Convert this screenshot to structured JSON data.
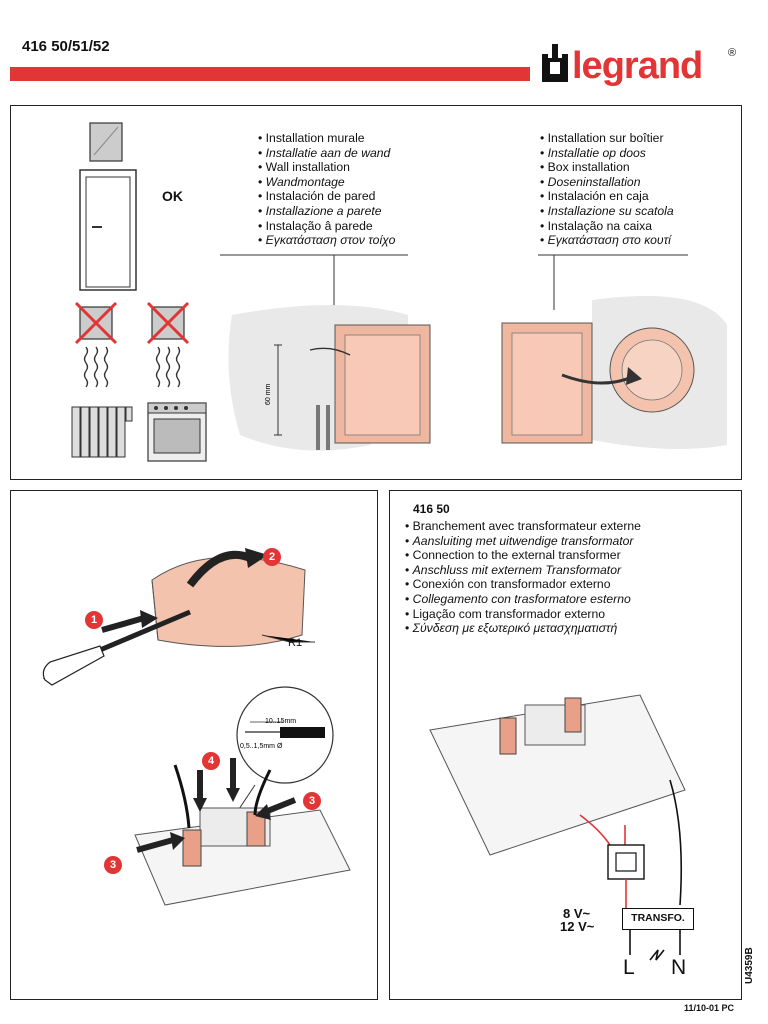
{
  "header": {
    "ref": "416 50/51/52",
    "brand": "legrand",
    "registered": "®",
    "brand_color": "#e23536"
  },
  "mounting": {
    "ok_label": "OK",
    "wall": {
      "items": [
        {
          "text": "Installation murale",
          "italic": false
        },
        {
          "text": "Installatie aan de wand",
          "italic": true
        },
        {
          "text": "Wall installation",
          "italic": false
        },
        {
          "text": "Wandmontage",
          "italic": true
        },
        {
          "text": "Instalación de pared",
          "italic": false
        },
        {
          "text": "Installazione a parete",
          "italic": true
        },
        {
          "text": "Instalação â parede",
          "italic": false
        },
        {
          "text": "Εγκατάσταση στον τοίχο",
          "italic": true
        }
      ],
      "height_label": "60 mm"
    },
    "box": {
      "items": [
        {
          "text": "Installation sur boîtier",
          "italic": false
        },
        {
          "text": "Installatie op doos",
          "italic": true
        },
        {
          "text": "Box installation",
          "italic": false
        },
        {
          "text": "Doseninstallation",
          "italic": true
        },
        {
          "text": "Instalación en caja",
          "italic": false
        },
        {
          "text": "Installazione su scatola",
          "italic": true
        },
        {
          "text": "Instalação na caixa",
          "italic": false
        },
        {
          "text": "Εγκατάσταση στο κουτί",
          "italic": true
        }
      ]
    }
  },
  "opening": {
    "steps": [
      "1",
      "2",
      "3",
      "4"
    ],
    "cover_label": "R1",
    "strip_length": "10..15mm",
    "wire_section": "0,5..1,5mm Ø"
  },
  "connection": {
    "model": "416 50",
    "items": [
      {
        "text": "Branchement avec transformateur externe",
        "italic": false
      },
      {
        "text": "Aansluiting met uitwendige transformator",
        "italic": true
      },
      {
        "text": "Connection to the external transformer",
        "italic": false
      },
      {
        "text": "Anschluss mit externem Transformator",
        "italic": true
      },
      {
        "text": "Conexión con transformador externo",
        "italic": false
      },
      {
        "text": "Collegamento con trasformatore esterno",
        "italic": true
      },
      {
        "text": "Ligação com transformador externo",
        "italic": false
      },
      {
        "text": "Σύνδεση με εξωτερικό μετασχηματιστή",
        "italic": true
      }
    ],
    "voltage_1": "8 V~",
    "voltage_2": "12 V~",
    "transfo_label": "TRANSFO.",
    "line_label": "L",
    "neutral_label": "N"
  },
  "footer": {
    "doc_code": "U4359B",
    "date": "11/10-01 PC"
  }
}
